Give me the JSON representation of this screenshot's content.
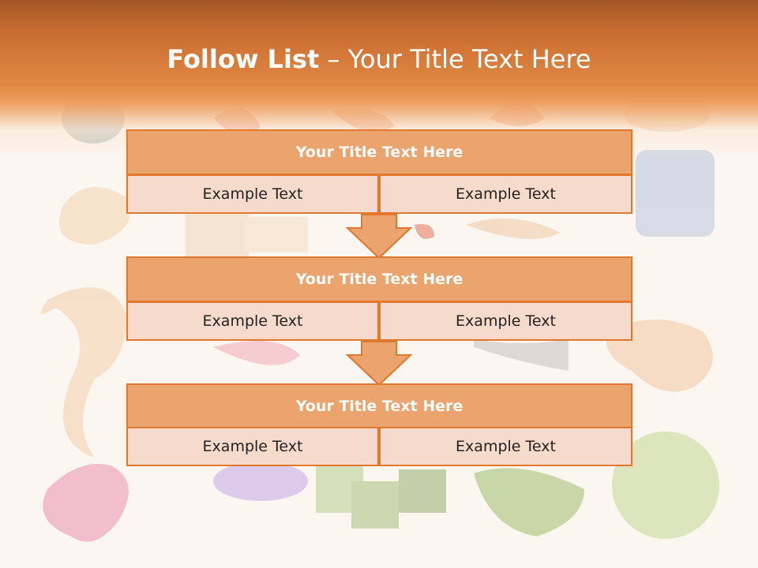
{
  "slide": {
    "title_strong": "Follow List",
    "title_rest": " – Your Title Text Here"
  },
  "steps": [
    {
      "title": "Your Title Text Here",
      "left": "Example Text",
      "right": "Example Text"
    },
    {
      "title": "Your Title Text Here",
      "left": "Example Text",
      "right": "Example Text"
    },
    {
      "title": "Your Title Text Here",
      "left": "Example Text",
      "right": "Example Text"
    }
  ],
  "colors": {
    "header": "#e28a45",
    "box_fill": "#eba46e",
    "box_border": "#e0782f",
    "cell_fill": "#f6dacb",
    "arrow": "#eba46e"
  },
  "icons": [
    "down-arrow-icon"
  ]
}
